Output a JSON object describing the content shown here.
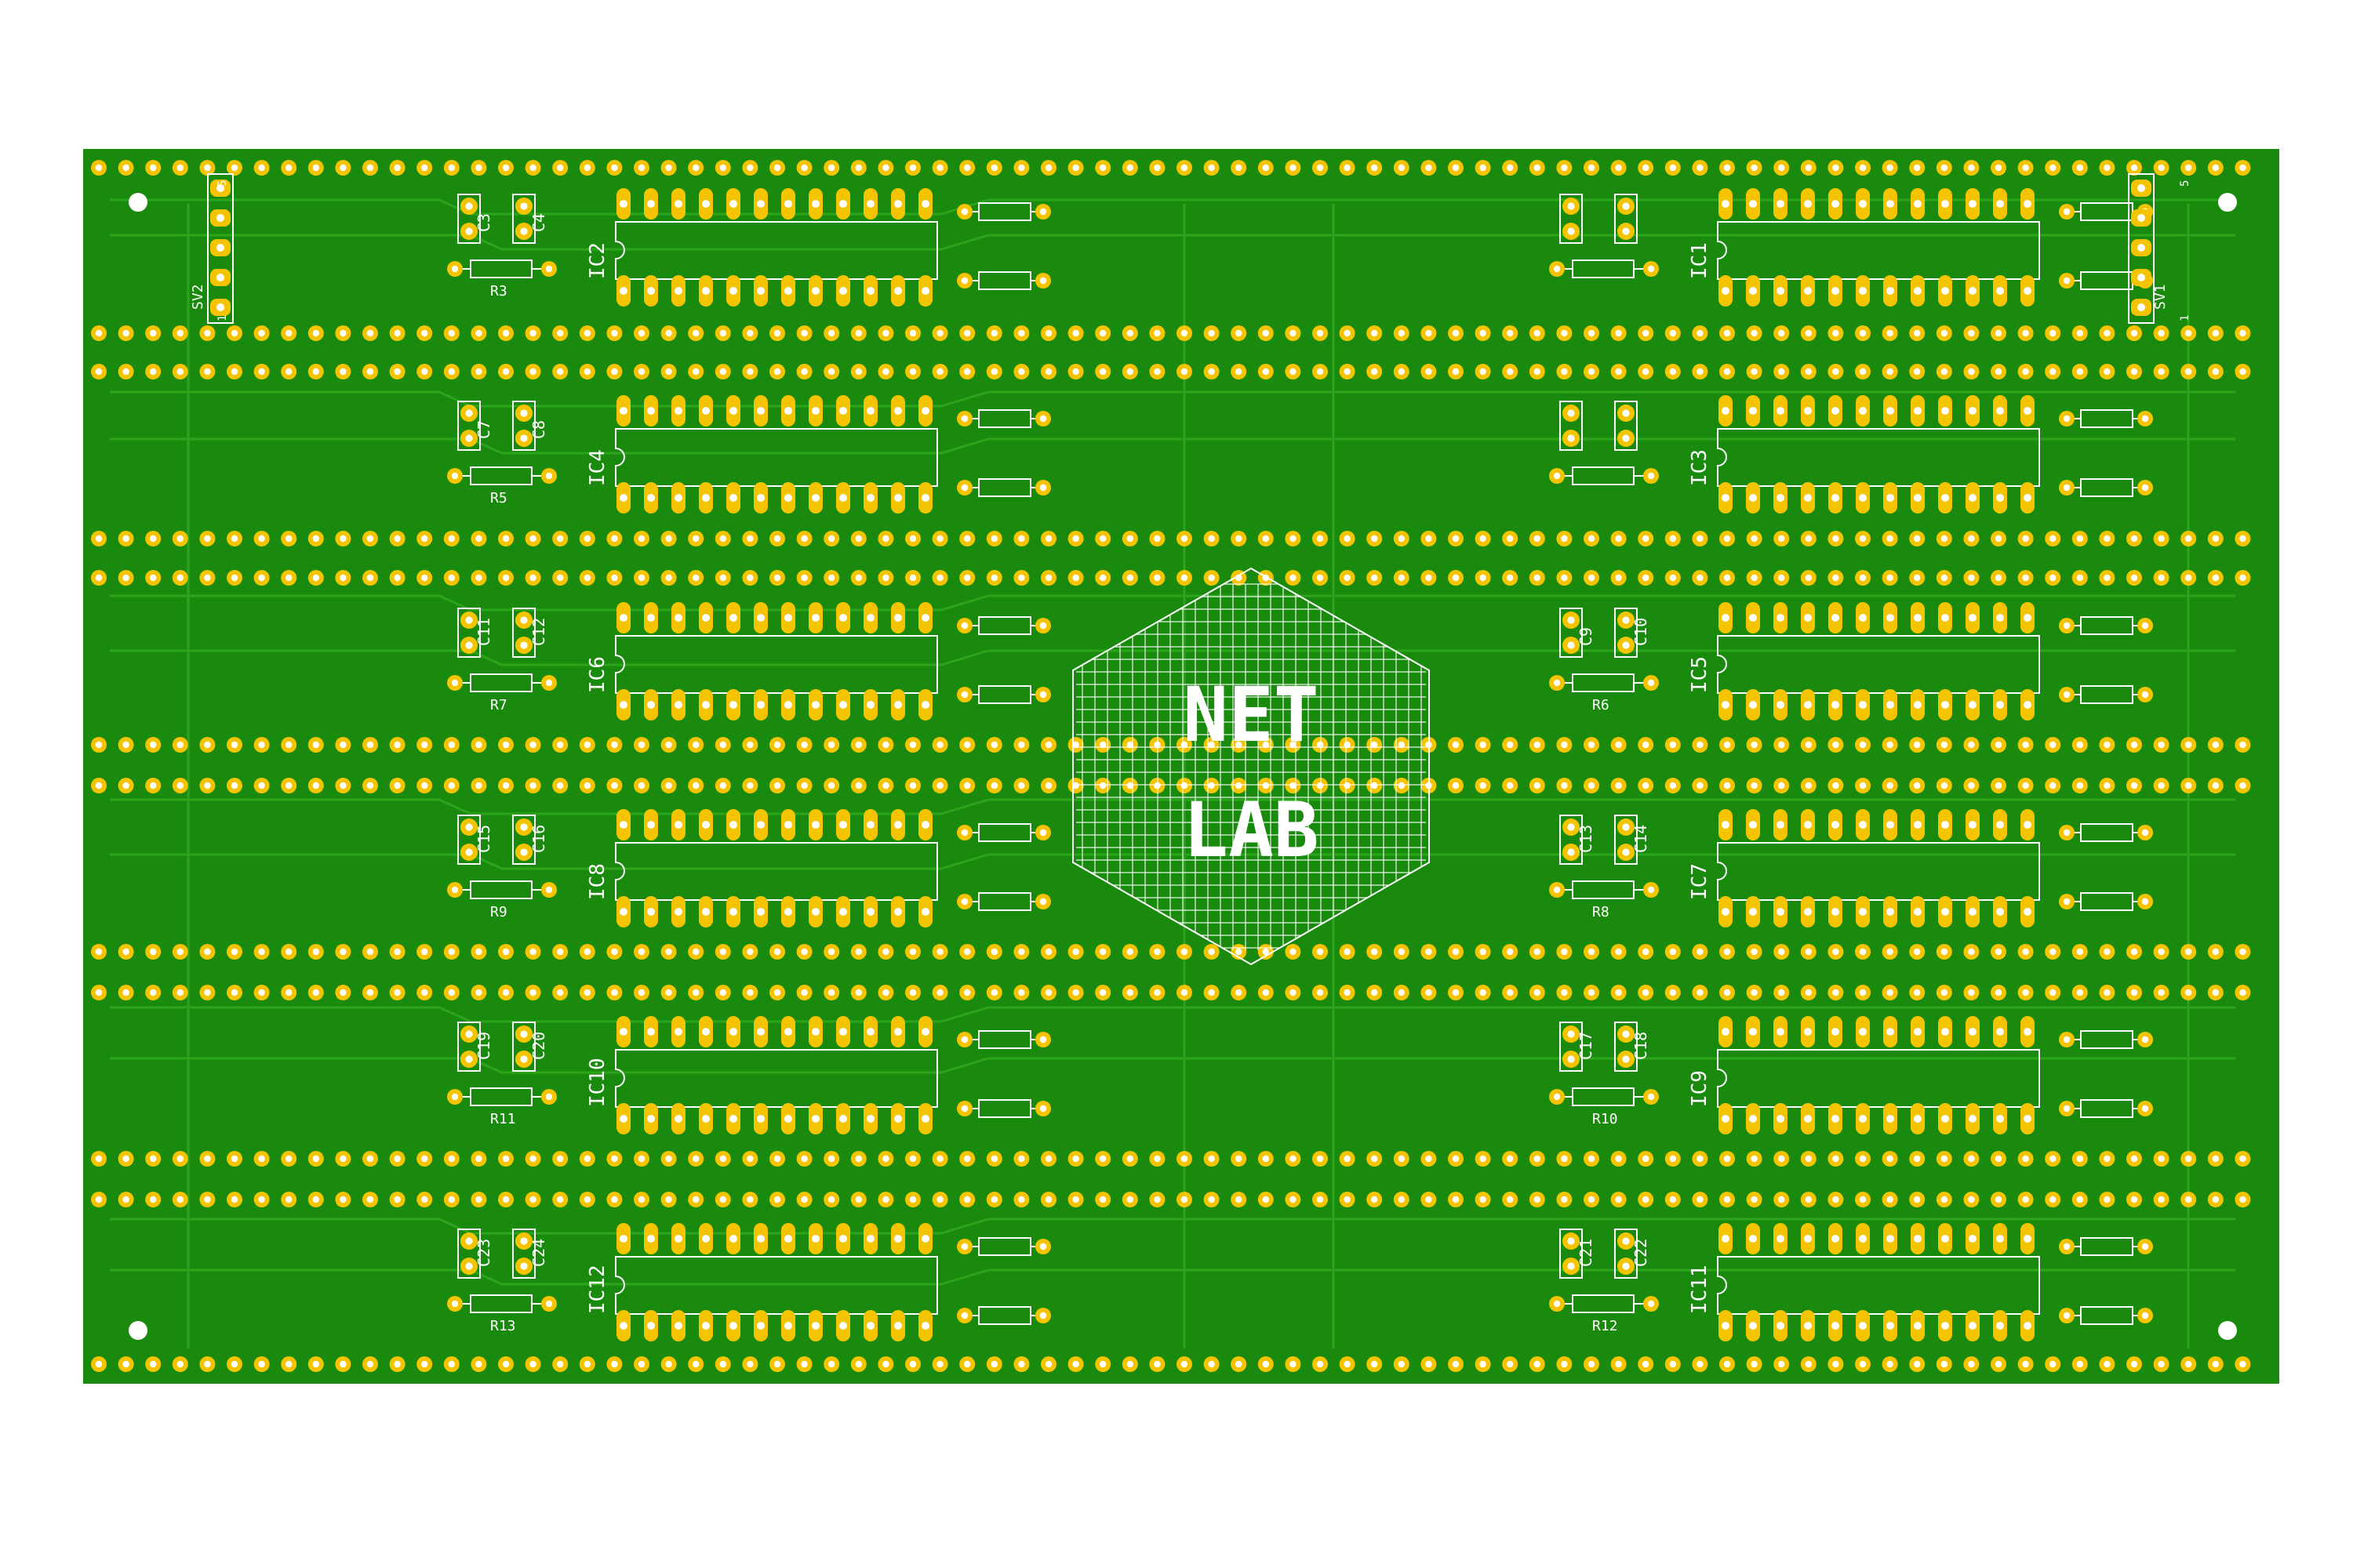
{
  "board": {
    "name": "PCB layout",
    "colors": {
      "background": "#ffffff",
      "substrate": "#1a8a0e",
      "substrate_dark": "#137a08",
      "trace": "#2aa51c",
      "pad": "#f5c400",
      "pad_hole": "#ffffff",
      "silkscreen": "#ffffff"
    }
  },
  "logo": {
    "line1": "NET",
    "line2": "LAB"
  },
  "connectors": [
    {
      "ref": "SV2",
      "pin1": "1",
      "pin5": "5"
    },
    {
      "ref": "SV1",
      "pin1": "1",
      "pin5": "5"
    }
  ],
  "rows": [
    {
      "left": {
        "ic": "IC2",
        "caps": [
          "C3",
          "C4"
        ],
        "res": "R3"
      },
      "right": {
        "ic": "IC1",
        "caps": [
          "",
          ""
        ],
        "res": ""
      }
    },
    {
      "left": {
        "ic": "IC4",
        "caps": [
          "C7",
          "C8"
        ],
        "res": "R5"
      },
      "right": {
        "ic": "IC3",
        "caps": [
          "",
          ""
        ],
        "res": ""
      }
    },
    {
      "left": {
        "ic": "IC6",
        "caps": [
          "C11",
          "C12"
        ],
        "res": "R7"
      },
      "right": {
        "ic": "IC5",
        "caps": [
          "C9",
          "C10"
        ],
        "res": "R6"
      }
    },
    {
      "left": {
        "ic": "IC8",
        "caps": [
          "C15",
          "C16"
        ],
        "res": "R9"
      },
      "right": {
        "ic": "IC7",
        "caps": [
          "C13",
          "C14"
        ],
        "res": "R8"
      }
    },
    {
      "left": {
        "ic": "IC10",
        "caps": [
          "C19",
          "C20"
        ],
        "res": "R11"
      },
      "right": {
        "ic": "IC9",
        "caps": [
          "C17",
          "C18"
        ],
        "res": "R10"
      }
    },
    {
      "left": {
        "ic": "IC12",
        "caps": [
          "C23",
          "C24"
        ],
        "res": "R13"
      },
      "right": {
        "ic": "IC11",
        "caps": [
          "C21",
          "C22"
        ],
        "res": "R12"
      }
    }
  ]
}
